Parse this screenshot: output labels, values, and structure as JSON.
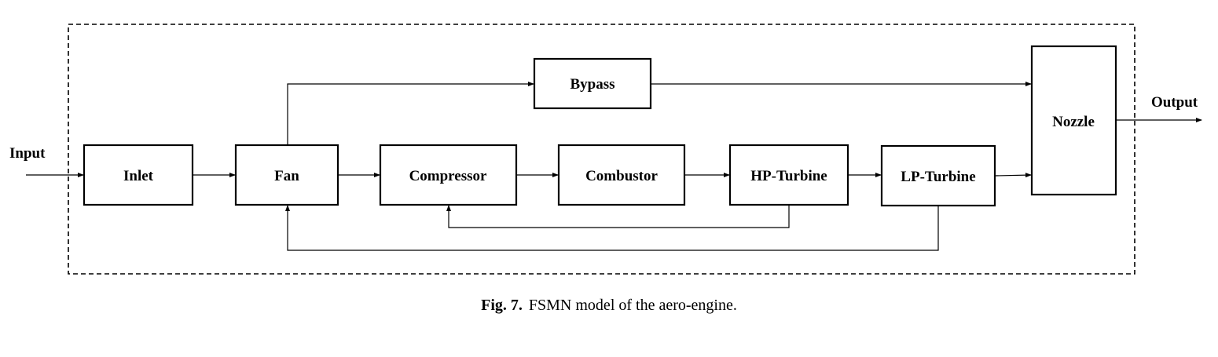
{
  "diagram": {
    "blocks": {
      "inlet": "Inlet",
      "fan": "Fan",
      "compressor": "Compressor",
      "combustor": "Combustor",
      "hp_turbine": "HP-Turbine",
      "lp_turbine": "LP-Turbine",
      "bypass": "Bypass",
      "nozzle": "Nozzle"
    },
    "io": {
      "input": "Input",
      "output": "Output"
    }
  },
  "caption": {
    "figure_number": "Fig. 7.",
    "text": "FSMN model of the aero-engine."
  }
}
